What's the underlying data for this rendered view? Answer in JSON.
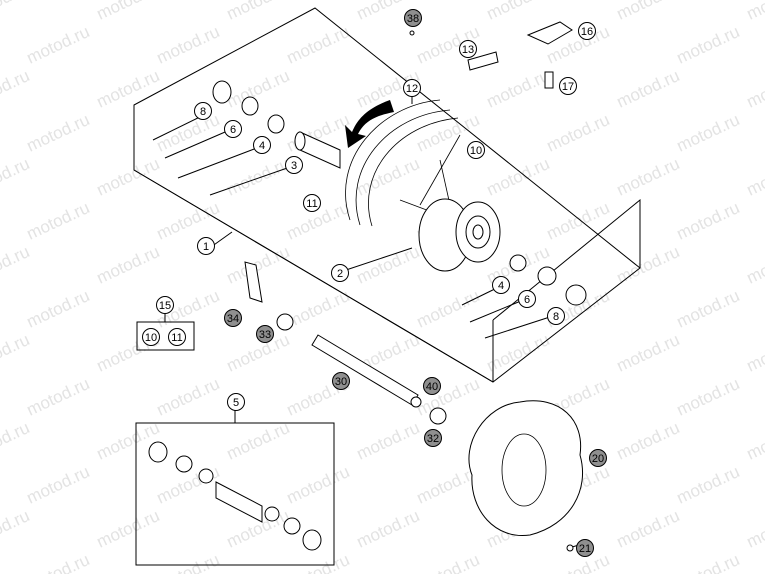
{
  "watermark": "motod.ru",
  "callouts": [
    {
      "id": "c38",
      "label": "38",
      "shaded": true
    },
    {
      "id": "c16",
      "label": "16",
      "shaded": false
    },
    {
      "id": "c13",
      "label": "13",
      "shaded": false
    },
    {
      "id": "c17",
      "label": "17",
      "shaded": false
    },
    {
      "id": "c12",
      "label": "12",
      "shaded": false
    },
    {
      "id": "c8a",
      "label": "8",
      "shaded": false
    },
    {
      "id": "c6a",
      "label": "6",
      "shaded": false
    },
    {
      "id": "c4a",
      "label": "4",
      "shaded": false
    },
    {
      "id": "c3",
      "label": "3",
      "shaded": false
    },
    {
      "id": "c10a",
      "label": "10",
      "shaded": false
    },
    {
      "id": "c11a",
      "label": "11",
      "shaded": false
    },
    {
      "id": "c1",
      "label": "1",
      "shaded": false
    },
    {
      "id": "c2",
      "label": "2",
      "shaded": false
    },
    {
      "id": "c4b",
      "label": "4",
      "shaded": false
    },
    {
      "id": "c6b",
      "label": "6",
      "shaded": false
    },
    {
      "id": "c8b",
      "label": "8",
      "shaded": false
    },
    {
      "id": "c15",
      "label": "15",
      "shaded": false
    },
    {
      "id": "c10b",
      "label": "10",
      "shaded": false
    },
    {
      "id": "c11b",
      "label": "11",
      "shaded": false
    },
    {
      "id": "c34",
      "label": "34",
      "shaded": true
    },
    {
      "id": "c33",
      "label": "33",
      "shaded": true
    },
    {
      "id": "c30",
      "label": "30",
      "shaded": true
    },
    {
      "id": "c40",
      "label": "40",
      "shaded": true
    },
    {
      "id": "c32",
      "label": "32",
      "shaded": true
    },
    {
      "id": "c5",
      "label": "5",
      "shaded": false
    },
    {
      "id": "c20",
      "label": "20",
      "shaded": true
    },
    {
      "id": "c21",
      "label": "21",
      "shaded": true
    }
  ]
}
